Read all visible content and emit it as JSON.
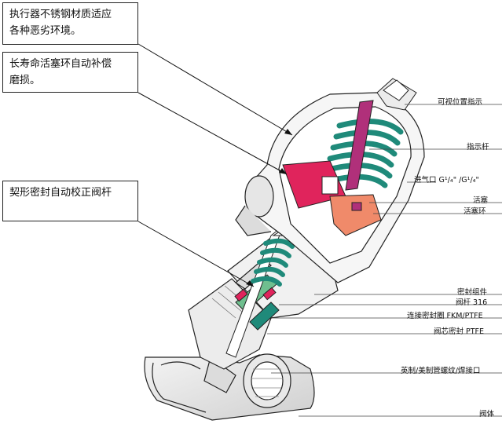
{
  "callouts": [
    {
      "lines": [
        "执行器不锈钢材质适应",
        "各种恶劣环境。"
      ]
    },
    {
      "lines": [
        "长寿命活塞环自动补偿",
        "磨损。"
      ]
    },
    {
      "lines": [
        "契形密封自动校正阀杆"
      ]
    }
  ],
  "labels": [
    "可视位置指示",
    "指示杆",
    "进气口 G¹/₄\" /G¹/₄\"",
    "活塞",
    "活塞环",
    "密封组件",
    "阀杆 316",
    "连接密封圈 FKM/PTFE",
    "阀芯密封 PTFE",
    "英制/美制管螺纹/焊接口",
    "阀体"
  ],
  "colors": {
    "spring": "#1f8a7a",
    "piston": "#e0245c",
    "stem_indicator": "#b0307a",
    "piston_ring": "#f08a6a",
    "seal": "#6fbf8f",
    "outline": "#222222"
  }
}
